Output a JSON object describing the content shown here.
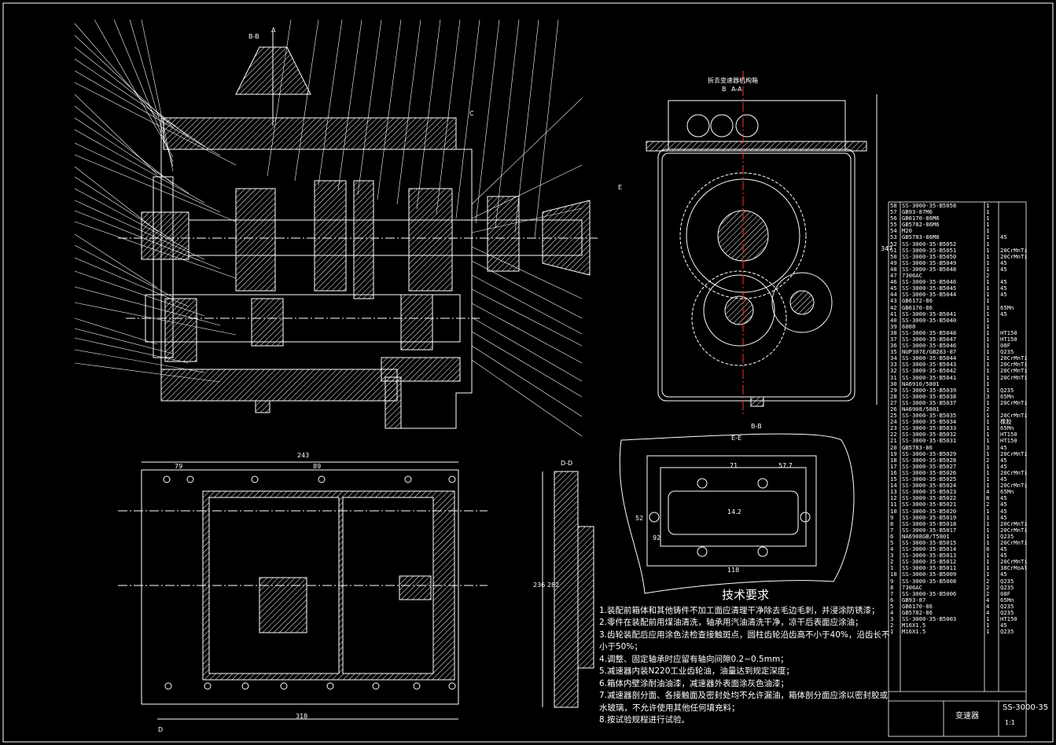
{
  "view_labels": {
    "bb_top": "B-B",
    "a_mark": "A",
    "aa_section_note": "拆去变速器机构箱",
    "aa_label": "A-A",
    "b_mark": "B",
    "bb_bottom": "B-B",
    "dd_label": "D-D",
    "ee_label": "E-E",
    "e_mark": "E",
    "c_mark": "C",
    "d_mark": "D"
  },
  "dimensions": {
    "plan_overall": "243",
    "plan_left": "79",
    "plan_mid": "89",
    "plan_bottom": "318",
    "side_height": "347",
    "dd_height": "236",
    "dd_height2": "282",
    "ee_71": "71",
    "ee_577": "57.7",
    "ee_142": "14.2",
    "ee_118": "118",
    "ee_52": "52",
    "ee_92": "92"
  },
  "tech_requirements": {
    "title": "技术要求",
    "items": [
      "1.装配前箱体和其他铸件不加工面应清理干净除去毛边毛刺，并浸涂防锈漆；",
      "2.零件在装配前用煤油清洗，轴承用汽油清洗干净，凉干后表面应涂油；",
      "3.齿轮装配后应用涂色法检查接触斑点，圆柱齿轮沿齿高不小于40%，沿齿长不小于50%；",
      "4.调整、固定轴承时应留有轴向间隙0.2~0.5mm；",
      "5.减速器内装N220工业齿轮油，油量达到规定深度；",
      "6.箱体内壁涂耐油油漆，减速器外表面涂灰色油漆；",
      "7.减速器剖分面、各接触面及密封处均不允许漏油，箱体剖分面应涂以密封胶或水玻璃，不允许使用其他任何填充料；",
      "8.按试验规程进行试验。"
    ]
  },
  "bom": [
    {
      "no": "58",
      "code": "SS-3000-35-B5058",
      "qty": "1",
      "mat": ""
    },
    {
      "no": "57",
      "code": "GB93-87M6",
      "qty": "1",
      "mat": ""
    },
    {
      "no": "56",
      "code": "GB6170-86M6",
      "qty": "1",
      "mat": ""
    },
    {
      "no": "55",
      "code": "GB5782-86M6",
      "qty": "1",
      "mat": ""
    },
    {
      "no": "54",
      "code": "M20",
      "qty": "1",
      "mat": ""
    },
    {
      "no": "53",
      "code": "GB5783-86M8",
      "qty": "1",
      "mat": "45"
    },
    {
      "no": "52",
      "code": "SS-3000-35-B5052",
      "qty": "1",
      "mat": ""
    },
    {
      "no": "51",
      "code": "SS-3000-35-B5051",
      "qty": "1",
      "mat": "20CrMnTi"
    },
    {
      "no": "50",
      "code": "SS-3000-35-B5050",
      "qty": "1",
      "mat": "20CrMnTi"
    },
    {
      "no": "49",
      "code": "SS-3000-35-B5049",
      "qty": "1",
      "mat": "45"
    },
    {
      "no": "48",
      "code": "SS-3000-35-B5048",
      "qty": "1",
      "mat": "45"
    },
    {
      "no": "47",
      "code": "7306AC",
      "qty": "2",
      "mat": ""
    },
    {
      "no": "46",
      "code": "SS-3000-35-B5046",
      "qty": "1",
      "mat": "45"
    },
    {
      "no": "45",
      "code": "SS-3000-35-B5045",
      "qty": "1",
      "mat": "45"
    },
    {
      "no": "44",
      "code": "SS-3000-35-B5044",
      "qty": "1",
      "mat": "45"
    },
    {
      "no": "43",
      "code": "GB6172-86",
      "qty": "1",
      "mat": ""
    },
    {
      "no": "42",
      "code": "GB6170-86",
      "qty": "1",
      "mat": "65Mn"
    },
    {
      "no": "41",
      "code": "SS-3000-35-B5041",
      "qty": "1",
      "mat": "45"
    },
    {
      "no": "40",
      "code": "SS-3000-35-B5040",
      "qty": "1",
      "mat": ""
    },
    {
      "no": "39",
      "code": "6008",
      "qty": "1",
      "mat": ""
    },
    {
      "no": "38",
      "code": "SS-3000-35-B5048",
      "qty": "1",
      "mat": "HT150"
    },
    {
      "no": "37",
      "code": "SS-3000-35-B5047",
      "qty": "1",
      "mat": "HT150"
    },
    {
      "no": "36",
      "code": "SS-3000-35-B5046",
      "qty": "1",
      "mat": "08F"
    },
    {
      "no": "35",
      "code": "NUP307E/GB283-87",
      "qty": "1",
      "mat": "Q235"
    },
    {
      "no": "34",
      "code": "SS-3000-35-B5044",
      "qty": "1",
      "mat": "20CrMnTi"
    },
    {
      "no": "33",
      "code": "SS-3000-35-B5043",
      "qty": "1",
      "mat": "20CrMnTi"
    },
    {
      "no": "32",
      "code": "SS-3000-35-B5042",
      "qty": "1",
      "mat": "20CrMnTi"
    },
    {
      "no": "31",
      "code": "SS-3000-35-B5041",
      "qty": "1",
      "mat": "20CrMnTi"
    },
    {
      "no": "30",
      "code": "NA6910/5801",
      "qty": "1",
      "mat": ""
    },
    {
      "no": "29",
      "code": "SS-3000-35-B5039",
      "qty": "1",
      "mat": "Q235"
    },
    {
      "no": "28",
      "code": "SS-3000-35-B5038",
      "qty": "3",
      "mat": "65Mn"
    },
    {
      "no": "27",
      "code": "SS-3000-35-B5037",
      "qty": "1",
      "mat": "20CrMnTi"
    },
    {
      "no": "26",
      "code": "NA6908/5801",
      "qty": "2",
      "mat": ""
    },
    {
      "no": "25",
      "code": "SS-3000-35-B5035",
      "qty": "1",
      "mat": "20CrMnTi"
    },
    {
      "no": "24",
      "code": "SS-3000-35-B5034",
      "qty": "1",
      "mat": "橡胶"
    },
    {
      "no": "23",
      "code": "SS-3000-35-B5033",
      "qty": "1",
      "mat": "65Mn"
    },
    {
      "no": "22",
      "code": "SS-3000-35-B5032",
      "qty": "1",
      "mat": "HT150"
    },
    {
      "no": "21",
      "code": "SS-3000-35-B5031",
      "qty": "1",
      "mat": "HT150"
    },
    {
      "no": "20",
      "code": "GB5783-86",
      "qty": "3",
      "mat": "45"
    },
    {
      "no": "19",
      "code": "SS-3000-35-B5029",
      "qty": "1",
      "mat": "20CrMnTi"
    },
    {
      "no": "18",
      "code": "SS-3000-35-B5028",
      "qty": "2",
      "mat": "45"
    },
    {
      "no": "17",
      "code": "SS-3000-35-B5027",
      "qty": "1",
      "mat": "45"
    },
    {
      "no": "16",
      "code": "SS-3000-35-B5026",
      "qty": "1",
      "mat": "20CrMnTi"
    },
    {
      "no": "15",
      "code": "SS-3000-35-B5025",
      "qty": "1",
      "mat": "45"
    },
    {
      "no": "14",
      "code": "SS-3000-35-B5024",
      "qty": "1",
      "mat": "20CrMnTi"
    },
    {
      "no": "13",
      "code": "SS-3000-35-B5023",
      "qty": "4",
      "mat": "65Mn"
    },
    {
      "no": "12",
      "code": "SS-3000-35-B5022",
      "qty": "8",
      "mat": "45"
    },
    {
      "no": "11",
      "code": "SS-3000-35-B5021",
      "qty": "2",
      "mat": "45"
    },
    {
      "no": "10",
      "code": "SS-3000-35-B5020",
      "qty": "1",
      "mat": "45"
    },
    {
      "no": "9",
      "code": "SS-3000-35-B5019",
      "qty": "1",
      "mat": "45"
    },
    {
      "no": "8",
      "code": "SS-3000-35-B5018",
      "qty": "1",
      "mat": "20CrMnTi"
    },
    {
      "no": "7",
      "code": "SS-3000-35-B5017",
      "qty": "1",
      "mat": "20CrMnTi"
    },
    {
      "no": "6",
      "code": "NA6908GB/T5801",
      "qty": "1",
      "mat": "Q235"
    },
    {
      "no": "5",
      "code": "SS-3000-35-B5015",
      "qty": "1",
      "mat": "20CrMnTi"
    },
    {
      "no": "4",
      "code": "SS-3000-35-B5014",
      "qty": "8",
      "mat": "45"
    },
    {
      "no": "3",
      "code": "SS-3000-35-B5013",
      "qty": "1",
      "mat": "45"
    },
    {
      "no": "2",
      "code": "SS-3000-35-B5012",
      "qty": "1",
      "mat": "20CrMnTi"
    },
    {
      "no": "1",
      "code": "SS-3000-35-B5011",
      "qty": "1",
      "mat": "38CrMoAl"
    }
  ],
  "bom_tail": [
    {
      "no": "10",
      "code": "SS-3000-35-B5009",
      "qty": "1",
      "mat": "45"
    },
    {
      "no": "9",
      "code": "SS-3000-35-B5008",
      "qty": "2",
      "mat": "Q235"
    },
    {
      "no": "8",
      "code": "7306AC",
      "qty": "2",
      "mat": "Q235"
    },
    {
      "no": "7",
      "code": "SS-3000-35-B5006",
      "qty": "2",
      "mat": "08F"
    },
    {
      "no": "6",
      "code": "GB93-87",
      "qty": "4",
      "mat": "65Mn"
    },
    {
      "no": "5",
      "code": "GB6170-86",
      "qty": "4",
      "mat": "Q235"
    },
    {
      "no": "4",
      "code": "GB5782-86",
      "qty": "4",
      "mat": "Q235"
    },
    {
      "no": "3",
      "code": "SS-3000-35-B5003",
      "qty": "1",
      "mat": "HT150"
    },
    {
      "no": "2",
      "code": "M16X1.5",
      "qty": "1",
      "mat": "45"
    },
    {
      "no": "1",
      "code": "M16X1.5",
      "qty": "1",
      "mat": "Q235"
    }
  ],
  "title_block": {
    "name": "变速器",
    "drawing_no": "SS-3000-35",
    "scale": "1:1"
  },
  "colors": {
    "line": "#ffffff",
    "hatch": "#ffffff",
    "center": "#ff3030",
    "accent": "#3060ff"
  }
}
